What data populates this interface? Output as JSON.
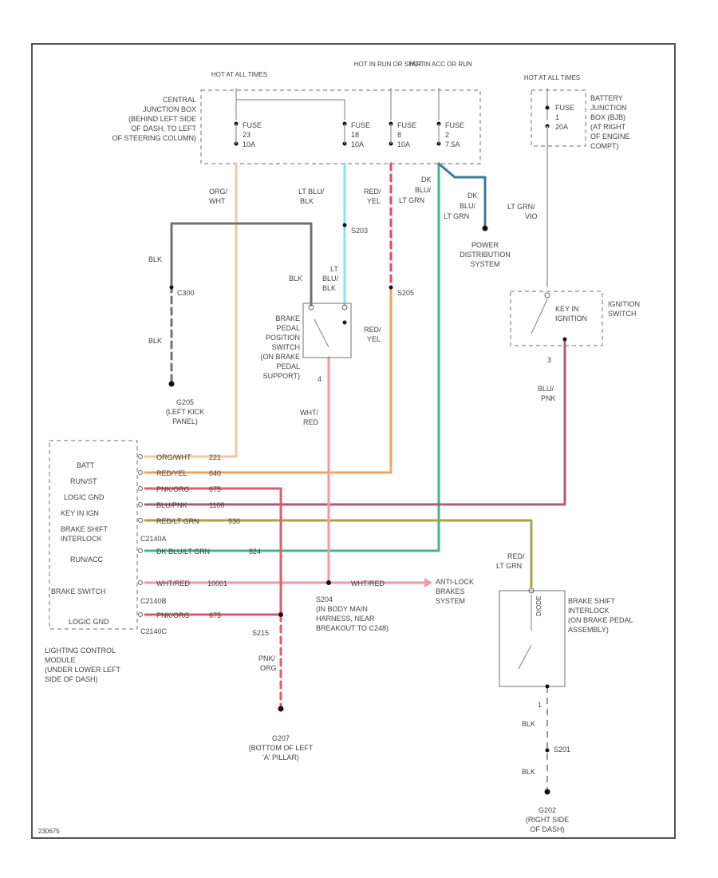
{
  "colors": {
    "org_wht": "#f5c79a",
    "red_yel": "#f2a45e",
    "pnk_org": "#e55a6a",
    "blu_pnk": "#b05a7a",
    "red_lt_grn": "#a8a24a",
    "dk_blu_lt_grn": "#3fb887",
    "wht_red": "#f09aa5",
    "lt_blu_blk": "#7fe8f0",
    "red_yel_fuse": "#e8485a",
    "blk": "#707070",
    "lt_grn_vio": "#b5b5b5",
    "dk_blu_lt_grn_2": "#3a7c9a"
  },
  "hot_labels": {
    "hot_at_all_times": "HOT AT ALL TIMES",
    "hot_in_run_or_start": "HOT IN RUN OR START",
    "hot_in_acc_or_run": "HOT IN ACC OR RUN",
    "hot_at_all_times_right": "HOT AT ALL TIMES"
  },
  "central_junction_box": [
    "CENTRAL",
    "JUNCTION BOX",
    "(BEHIND LEFT SIDE",
    "OF DASH, TO LEFT",
    "OF STEERING COLUMN)"
  ],
  "fuses": [
    {
      "name": "FUSE",
      "number": "23",
      "amps": "10A"
    },
    {
      "name": "FUSE",
      "number": "18",
      "amps": "10A"
    },
    {
      "name": "FUSE",
      "number": "8",
      "amps": "10A"
    },
    {
      "name": "FUSE",
      "number": "2",
      "amps": "7.5A"
    },
    {
      "name": "FUSE",
      "number": "1",
      "amps": "20A"
    }
  ],
  "battery_junction_box": [
    "BATTERY",
    "JUNCTION",
    "BOX (BJB)",
    "(AT RIGHT",
    "OF ENGINE",
    "COMPT)"
  ],
  "wire_labels": {
    "org_wht": [
      "ORG/",
      "WHT"
    ],
    "lt_blu_blk": [
      "LT BLU/",
      "BLK"
    ],
    "red_yel": [
      "RED/",
      "YEL"
    ],
    "dk_blu_lt_grn": [
      "DK",
      "BLU/",
      "LT GRN"
    ],
    "dk_blu_lt_grn_2": [
      "DK",
      "BLU/",
      "LT GRN"
    ],
    "lt_grn_vio": [
      "LT GRN/",
      "VIO"
    ],
    "blk_1": "BLK",
    "blk_2": "BLK",
    "blk_3": "BLK",
    "lt_blu_blk_2": [
      "LT",
      "BLU/",
      "BLK"
    ],
    "red_yel_2": [
      "RED/",
      "YEL"
    ],
    "wht_red": [
      "WHT/",
      "RED"
    ],
    "blu_pnk": [
      "BLU/",
      "PNK"
    ],
    "red_lt_grn": [
      "RED/",
      "LT GRN"
    ],
    "pnk_org": [
      "PNK/",
      "ORG"
    ],
    "blk_bottom_1": "BLK",
    "blk_bottom_2": "BLK"
  },
  "splices": {
    "s203": "S203",
    "s205": "S205",
    "c300": "C300",
    "s204": "S204",
    "s215": "S215",
    "s201": "S201"
  },
  "power_distribution": [
    "POWER",
    "DISTRIBUTION",
    "SYSTEM"
  ],
  "brake_pedal_switch": [
    "BRAKE",
    "PEDAL",
    "POSITION",
    "SWITCH",
    "(ON BRAKE",
    "PEDAL",
    "SUPPORT)"
  ],
  "ignition_switch": {
    "inner": [
      "KEY IN",
      "IGNITION"
    ],
    "outer": [
      "IGNITION",
      "SWITCH"
    ]
  },
  "pin_numbers": {
    "brake_pin": "4",
    "ignition_pin": "3",
    "interlock_pin": "1"
  },
  "g205": [
    "G205",
    "(LEFT KICK",
    "PANEL)"
  ],
  "lcm_pins": [
    {
      "label": "BATT",
      "wire": "ORG/WHT",
      "circuit": "221"
    },
    {
      "label": "RUN/ST",
      "wire": "RED/YEL",
      "circuit": "640"
    },
    {
      "label": "LOGIC GND",
      "wire": "PNK/ORG",
      "circuit": "675"
    },
    {
      "label": "KEY IN IGN",
      "wire": "BLU/PNK",
      "circuit": "1108"
    },
    {
      "label": "BRAKE SHIFT",
      "label2": "INTERLOCK",
      "wire": "RED/LT GRN",
      "circuit": "930"
    },
    {
      "label": "RUN/ACC",
      "wire": "DK BLU/LT GRN",
      "circuit": "824"
    },
    {
      "label": "BRAKE SWITCH",
      "wire": "WHT/RED",
      "circuit": "10001"
    },
    {
      "label": "LOGIC GND",
      "wire": "PNK/ORG",
      "circuit": "675"
    }
  ],
  "connectors": {
    "c2140a": "C2140A",
    "c2140b": "C2140B",
    "c2140c": "C2140C"
  },
  "lcm_label": [
    "LIGHTING CONTROL",
    "MODULE",
    "(UNDER LOWER LEFT",
    "SIDE OF DASH)"
  ],
  "anti_lock": {
    "wire": "WHT/RED",
    "label": [
      "ANTI-LOCK",
      "BRAKES",
      "SYSTEM"
    ]
  },
  "s204_label": [
    "S204",
    "(IN BODY MAIN",
    "HARNESS, NEAR",
    "BREAKOUT TO C248)"
  ],
  "interlock_label": [
    "BRAKE SHIFT",
    "INTERLOCK",
    "(ON BRAKE PEDAL",
    "ASSEMBLY)"
  ],
  "solenoid": "DIODE",
  "g207": [
    "G207",
    "(BOTTOM OF LEFT",
    "'A' PILLAR)"
  ],
  "g202": [
    "G202",
    "(RIGHT SIDE",
    "OF DASH)"
  ],
  "footer_code": "230675"
}
